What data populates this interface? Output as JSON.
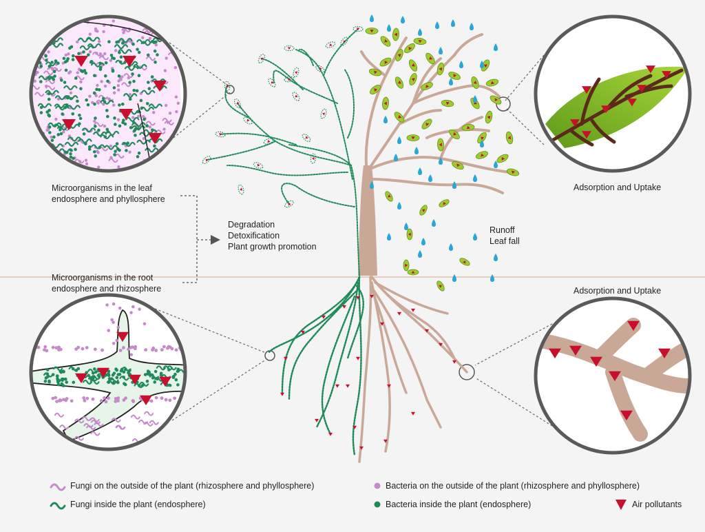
{
  "labels": {
    "leaf_micro": [
      "Microorganisms in the leaf",
      "endosphere and phyllosphere"
    ],
    "root_micro": [
      "Microorganisms in the root",
      "endosphere and rhizosphere"
    ],
    "effects": [
      "Degradation",
      "Detoxification",
      "Plant growth promotion"
    ],
    "runoff": [
      "Runoff",
      "Leaf fall"
    ],
    "adsorption_top": "Adsorption and Uptake",
    "adsorption_bottom": "Adsorption and Uptake"
  },
  "legend": {
    "fungi_outside": "Fungi on the outside of the plant (rhizosphere and phyllosphere)",
    "fungi_inside": "Fungi inside the plant (endosphere)",
    "bacteria_outside": "Bacteria on the outside of the plant (rhizosphere and phyllosphere)",
    "bacteria_inside": "Bacteria inside the plant (endosphere)",
    "air_pollutants": "Air pollutants"
  },
  "colors": {
    "background": "#f4f4f4",
    "endophyte_green": "#1f8a5a",
    "outside_purple": "#c58ac9",
    "pollutant_red": "#c8102e",
    "water_blue": "#2aa7d6",
    "leaf_green": "#9ccc2e",
    "trunk_tan": "#c9a898",
    "circle_gray": "#5a5a5a",
    "ground_line": "#d8a88a"
  }
}
